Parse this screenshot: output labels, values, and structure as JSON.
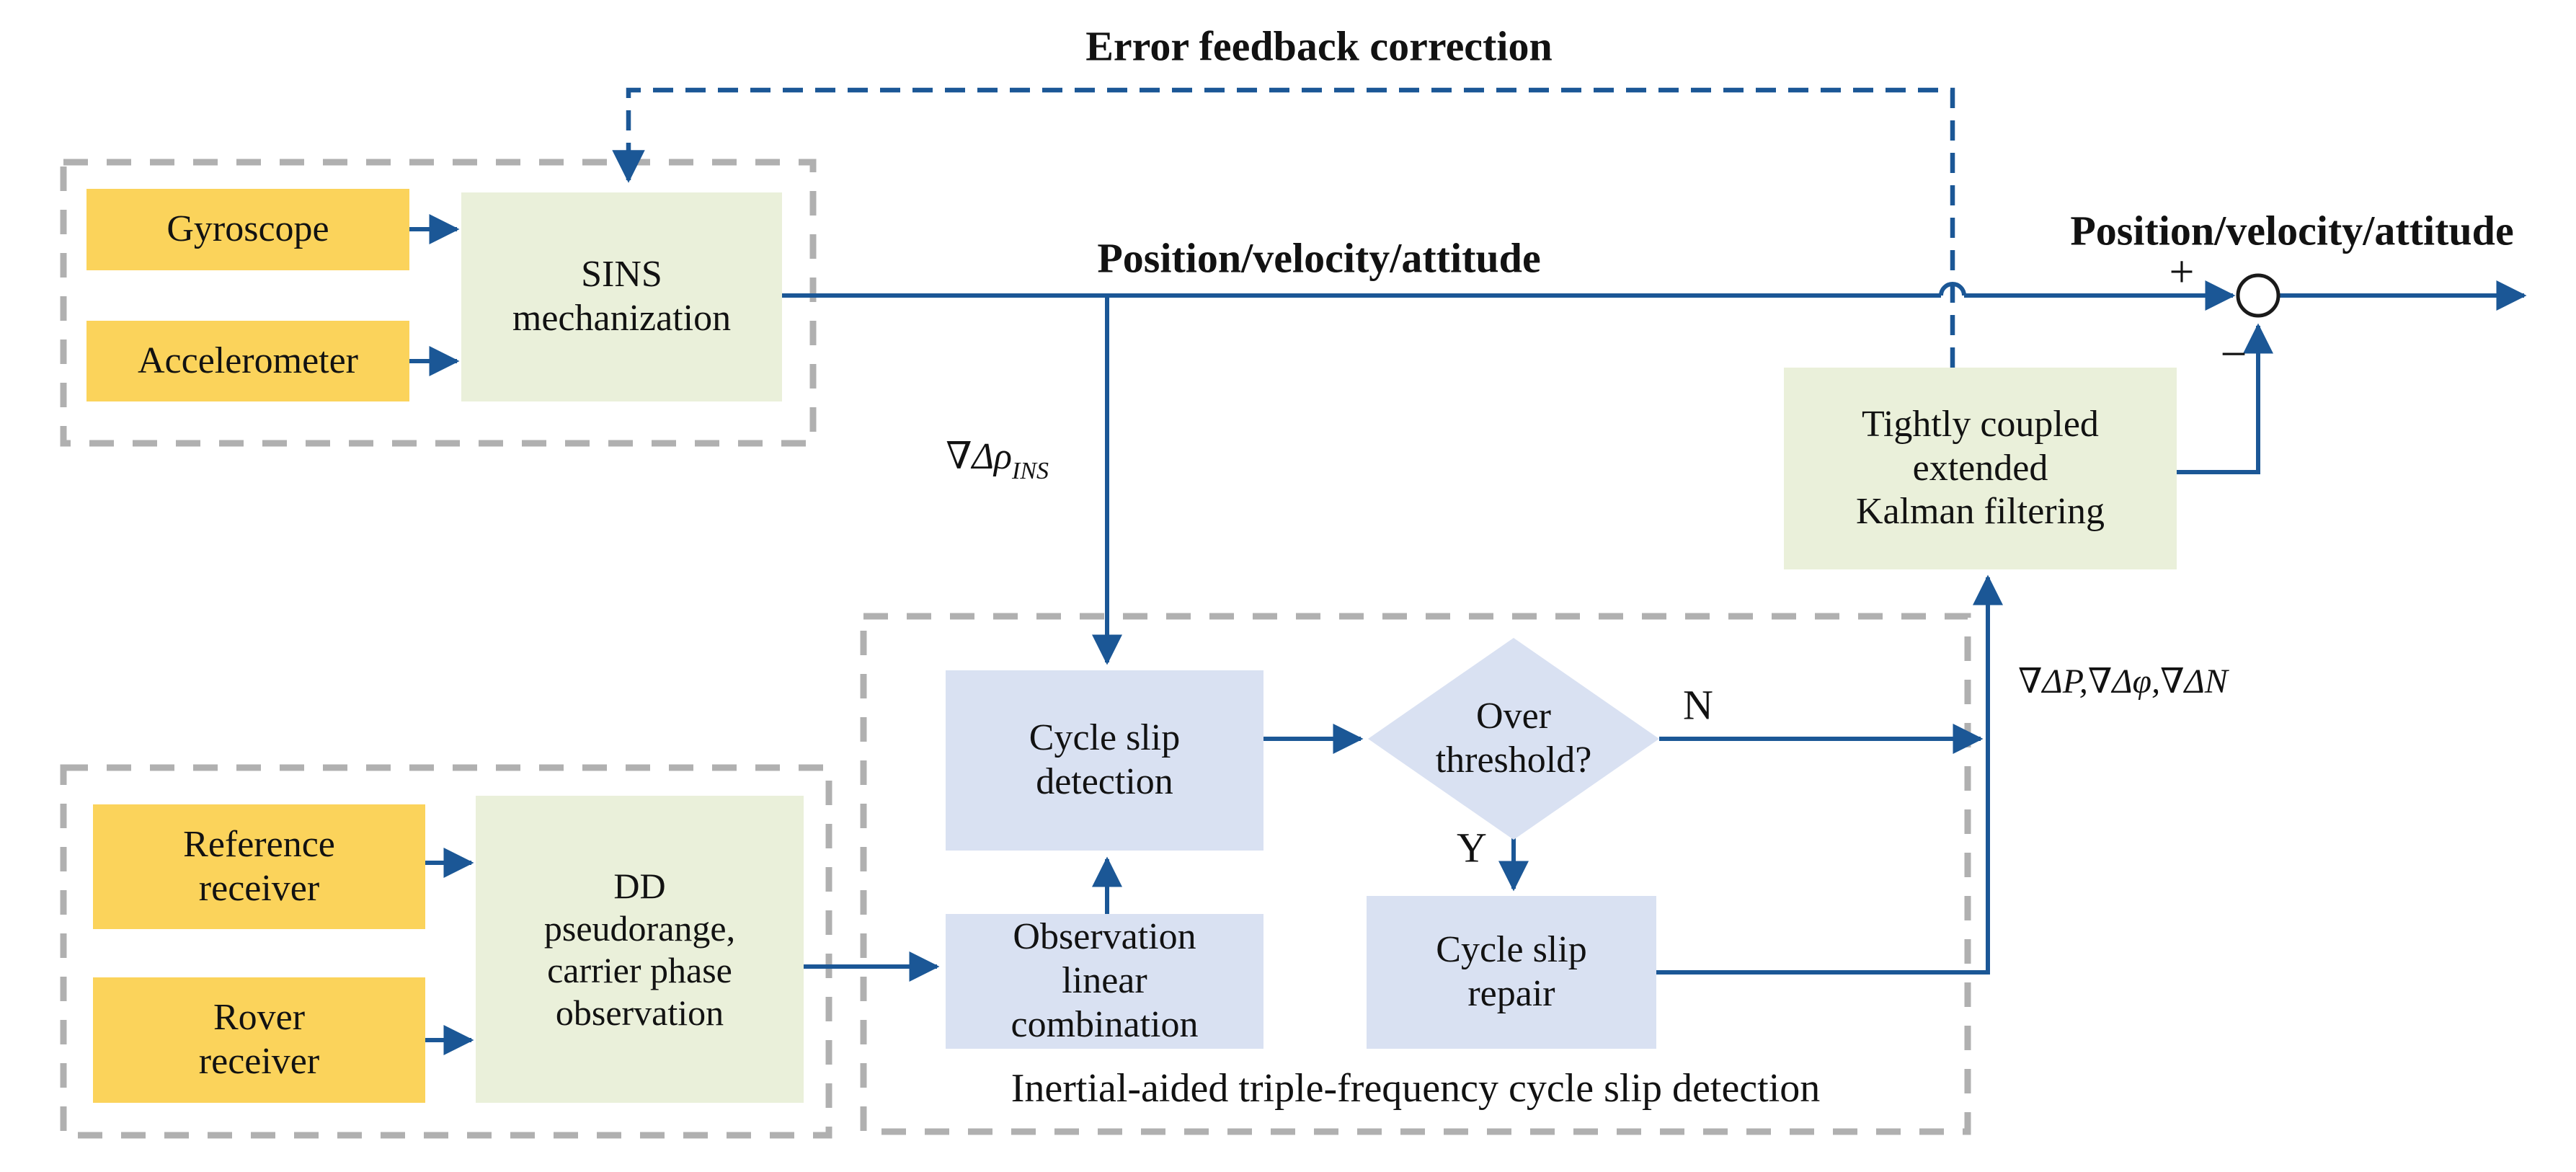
{
  "labels": {
    "error_feedback": "Error feedback correction",
    "pva_left": "Position/velocity/attitude",
    "pva_right": "Position/velocity/attitude",
    "nabla_rho_main": "∇Δρ",
    "nabla_rho_sub": "INS",
    "nabla_pdn": "∇ΔP,∇Δφ,∇ΔN",
    "plus": "+",
    "minus": "−",
    "no": "N",
    "yes": "Y",
    "inertial_caption": "Inertial-aided triple-frequency cycle slip detection"
  },
  "boxes": {
    "gyroscope": "Gyroscope",
    "accelerometer": "Accelerometer",
    "sins": "SINS\nmechanization",
    "reference": "Reference\nreceiver",
    "rover": "Rover\nreceiver",
    "dd": "DD\npseudorange,\ncarrier phase\nobservation",
    "detection": "Cycle slip\ndetection",
    "observation": "Observation\nlinear\ncombination",
    "repair": "Cycle slip\nrepair",
    "threshold": "Over\nthreshold?",
    "kalman": "Tightly coupled\nextended\nKalman filtering"
  },
  "colors": {
    "line_blue": "#1b5796",
    "sensor_yellow": "#fbd35b",
    "process_green": "#eaf0da",
    "step_lavender": "#d9e1f2",
    "dashed_gray": "#b0b0b0",
    "text": "#121212"
  }
}
